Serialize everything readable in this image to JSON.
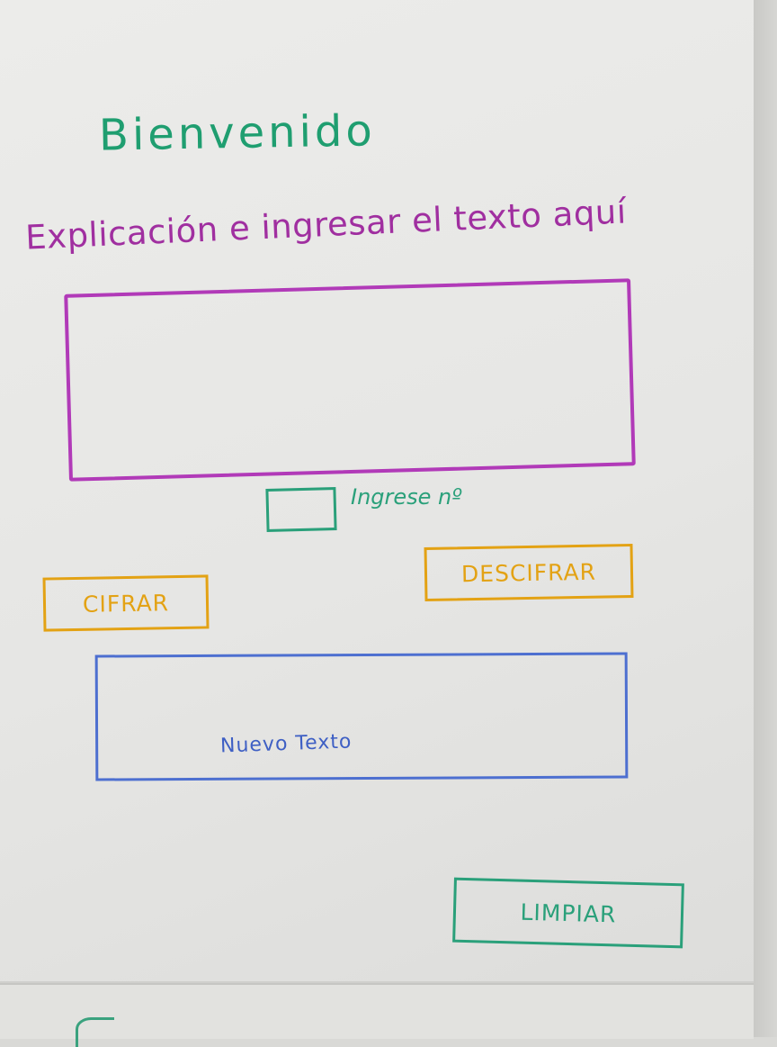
{
  "page": {
    "title": "Bienvenido",
    "subtitle": "Explicación e ingresar el texto aquí"
  },
  "form": {
    "number_label": "Ingrese nº",
    "output_label": "Nuevo Texto"
  },
  "buttons": {
    "cifrar": "CIFRAR",
    "descifrar": "DESCIFRAR",
    "limpiar": "LIMPIAR"
  },
  "colors": {
    "title": "#1f9e70",
    "subtitle": "#a02fa0",
    "input_border": "#b13ab8",
    "number_border": "#2aa07a",
    "buttons_orange": "#e3a214",
    "output_border": "#4d6fd0",
    "limpiar": "#2aa07a"
  }
}
